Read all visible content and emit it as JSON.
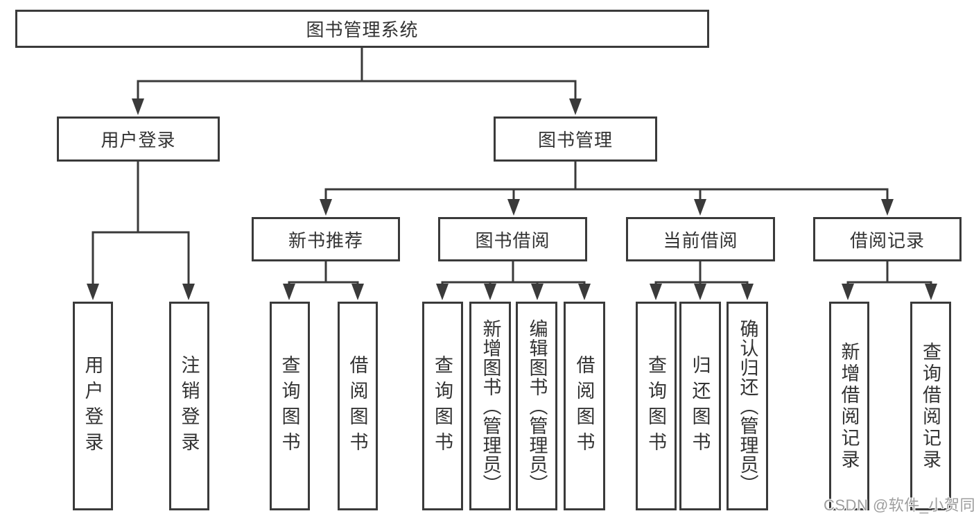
{
  "diagram": {
    "root": {
      "label": "图书管理系统"
    },
    "branches": [
      {
        "label": "用户登录",
        "children": [
          {
            "label": "用户登录"
          },
          {
            "label": "注销登录"
          }
        ]
      },
      {
        "label": "图书管理",
        "sections": [
          {
            "label": "新书推荐",
            "children": [
              {
                "label": "查询图书"
              },
              {
                "label": "借阅图书"
              }
            ]
          },
          {
            "label": "图书借阅",
            "children": [
              {
                "label": "查询图书"
              },
              {
                "label": "新增图书（管理员）"
              },
              {
                "label": "编辑图书（管理员）"
              },
              {
                "label": "借阅图书"
              }
            ]
          },
          {
            "label": "当前借阅",
            "children": [
              {
                "label": "查询图书"
              },
              {
                "label": "归还图书"
              },
              {
                "label": "确认归还（管理员）"
              }
            ]
          },
          {
            "label": "借阅记录",
            "children": [
              {
                "label": "新增借阅记录"
              },
              {
                "label": "查询借阅记录"
              }
            ]
          }
        ]
      }
    ]
  },
  "watermark": {
    "text": "CSDN @软件_小贺同学"
  },
  "colors": {
    "line": "#3a3a3a",
    "text": "#333333",
    "box_fill": "#ffffff",
    "background": "#ffffff",
    "watermark": "#9e9e9e"
  }
}
